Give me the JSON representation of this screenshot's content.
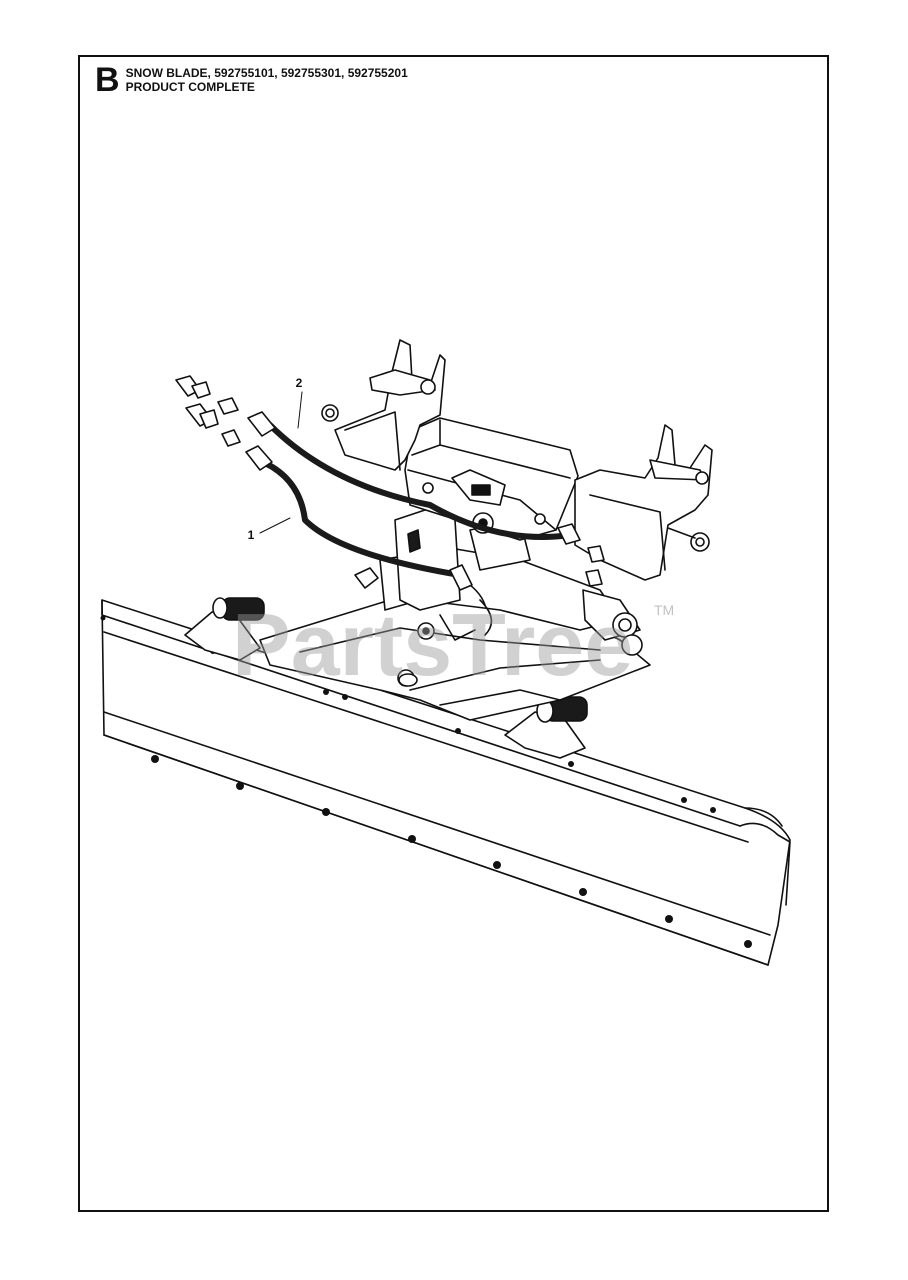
{
  "header": {
    "section_letter": "B",
    "title_line1": "SNOW BLADE, 592755101, 592755301, 592755201",
    "title_line2": "PRODUCT COMPLETE"
  },
  "callouts": [
    {
      "label": "1"
    },
    {
      "label": "2"
    }
  ],
  "watermark": {
    "text": "PartsTree",
    "tm": "TM"
  },
  "colors": {
    "line": "#111111",
    "hose": "#1a1a1a",
    "watermark": "#9a9a9a"
  }
}
